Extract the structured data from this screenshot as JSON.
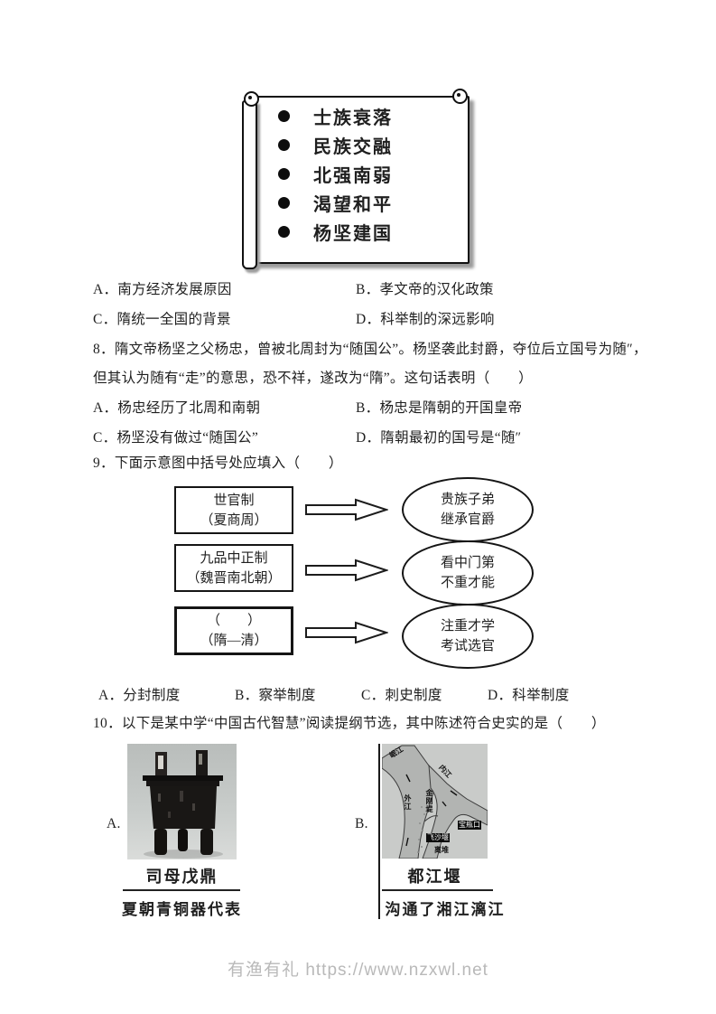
{
  "scroll_note": {
    "items": [
      "士族衰落",
      "民族交融",
      "北强南弱",
      "渴望和平",
      "杨坚建国"
    ]
  },
  "q7": {
    "opt_a": "A．南方经济发展原因",
    "opt_b": "B．孝文帝的汉化政策",
    "opt_c": "C．隋统一全国的背景",
    "opt_d": "D．科举制的深远影响"
  },
  "q8": {
    "stem1": "8．隋文帝杨坚之父杨忠，曾被北周封为“随国公”。杨坚袭此封爵，夺位后立国号为随″，",
    "stem2": "但其认为随有“走”的意思，恐不祥，遂改为“隋”。这句话表明（　　）",
    "opt_a": "A．杨忠经历了北周和南朝",
    "opt_b": "B．杨忠是隋朝的开国皇帝",
    "opt_c": "C．杨坚没有做过“随国公”",
    "opt_d": "D．隋朝最初的国号是“随″"
  },
  "q9": {
    "stem": "9．下面示意图中括号处应填入（　　）",
    "opt_a": "A．分封制度",
    "opt_b": "B．察举制度",
    "opt_c": "C．刺史制度",
    "opt_d": "D．科举制度",
    "diagram": {
      "rows": [
        {
          "box_l1": "世官制",
          "box_l2": "（夏商周）",
          "oval_l1": "贵族子弟",
          "oval_l2": "继承官爵"
        },
        {
          "box_l1": "九品中正制",
          "box_l2": "（魏晋南北朝）",
          "oval_l1": "看中门第",
          "oval_l2": "不重才能"
        },
        {
          "box_l1": "（　　）",
          "box_l2": "（隋—清）",
          "oval_l1": "注重才学",
          "oval_l2": "考试选官"
        }
      ]
    }
  },
  "q10": {
    "stem": "10．以下是某中学“中国古代智慧”阅读提纲节选，其中陈述符合史实的是（　　）",
    "figure_a": {
      "label": "A.",
      "title": "司母戊鼎",
      "desc": "夏朝青铜器代表"
    },
    "figure_b": {
      "label": "B.",
      "title": "都江堰",
      "desc": "沟通了湘江漓江",
      "map_labels": {
        "minjiang": "岷江",
        "neijiang": "内江",
        "waijiang": "外江",
        "jingangdi": "金刚堤",
        "feishayan": "飞沙堰",
        "baopingkou": "宝瓶口",
        "lidui": "离堆"
      }
    }
  },
  "footer": {
    "text": "有渔有礼 https://www.nzxwl.net"
  },
  "colors": {
    "text": "#1f1f1f",
    "footer_text": "#b9b9b9",
    "photo_bg": "#c6cac8",
    "map_bg": "#c9cbc9",
    "river": "#b2b4b2"
  }
}
